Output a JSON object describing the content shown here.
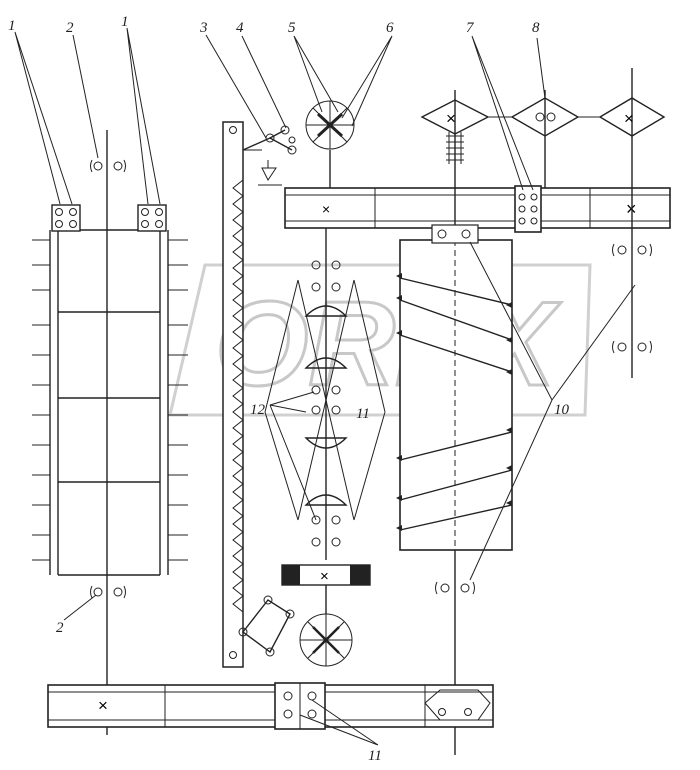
{
  "watermark": "OREX",
  "callouts": {
    "c1a": "1",
    "c1b": "1",
    "c2a": "2",
    "c2b": "2",
    "c3": "3",
    "c4": "4",
    "c5": "5",
    "c6": "6",
    "c7": "7",
    "c8": "8",
    "c10": "10",
    "c11a": "11",
    "c11b": "11",
    "c12": "12"
  },
  "colors": {
    "line": "#222222",
    "watermark": "#c8c8c8",
    "background": "#ffffff"
  }
}
